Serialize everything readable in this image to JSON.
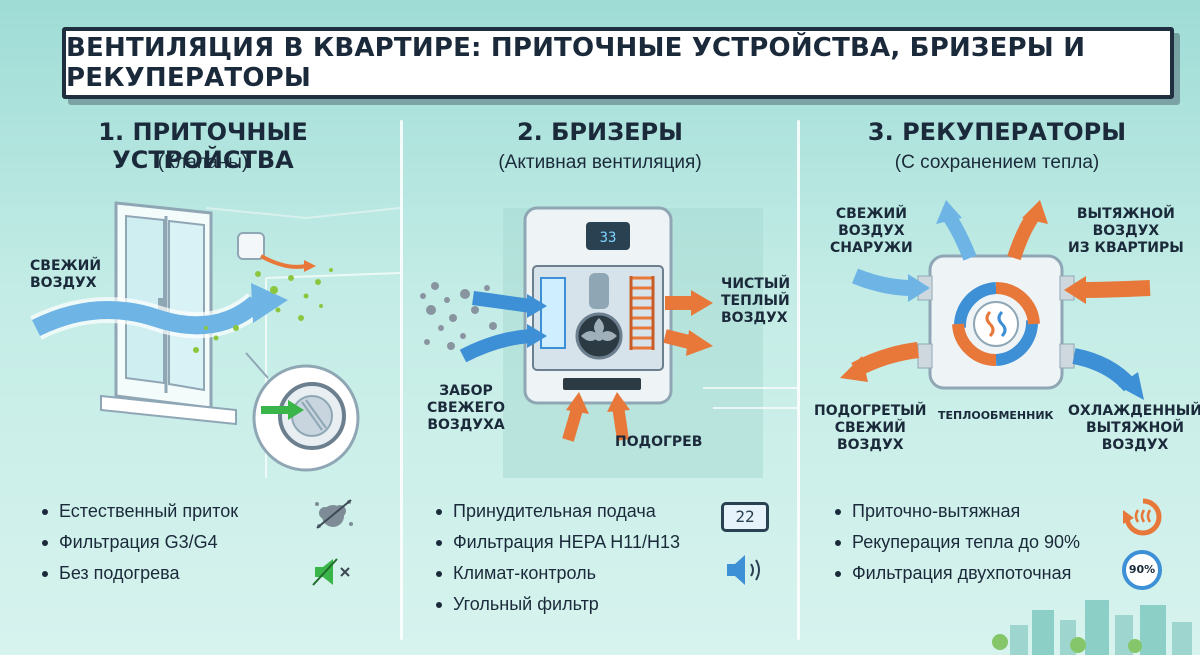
{
  "title": "ВЕНТИЛЯЦИЯ В КВАРТИРЕ: ПРИТОЧНЫЕ УСТРОЙСТВА, БРИЗЕРЫ И РЕКУПЕРАТОРЫ",
  "columns": [
    {
      "heading": "1. ПРИТОЧНЫЕ УСТРОЙСТВА",
      "subheading": "(Клапаны)",
      "labels": {
        "fresh_air": "СВЕЖИЙ\nВОЗДУХ"
      },
      "bullets": [
        "Естественный приток",
        "Фильтрация G3/G4",
        "Без подогрева"
      ],
      "icons": [
        "dust-particles-icon",
        "muted-speaker-icon"
      ]
    },
    {
      "heading": "2. БРИЗЕРЫ",
      "subheading": "(Активная вентиляция)",
      "labels": {
        "clean_warm": "ЧИСТЫЙ\nТЕПЛЫЙ\nВОЗДУХ",
        "intake": "ЗАБОР\nСВЕЖЕГО\nВОЗДУХА",
        "heating": "ПОДОГРЕВ",
        "display": "33"
      },
      "bullets": [
        "Принудительная подача",
        "Фильтрация HEPA H11/H13",
        "Климат-контроль",
        "Угольный фильтр"
      ],
      "icons": [
        "thermostat-display-icon",
        "speaker-icon"
      ],
      "thermostat_value": "22"
    },
    {
      "heading": "3. РЕКУПЕРАТОРЫ",
      "subheading": "(С сохранением тепла)",
      "labels": {
        "fresh_outside": "СВЕЖИЙ\nВОЗДУХ\nСНАРУЖИ",
        "exhaust_inside": "ВЫТЯЖНОЙ\nВОЗДУХ\nИЗ КВАРТИРЫ",
        "heated_fresh": "ПОДОГРЕТЫЙ\nСВЕЖИЙ\nВОЗДУХ",
        "heat_exchanger": "ТЕПЛООБМЕННИК",
        "cooled_exhaust": "ОХЛАЖДЕННЫЙ\nВЫТЯЖНОЙ\nВОЗДУХ"
      },
      "bullets": [
        "Приточно-вытяжная",
        "Рекуперация тепла до 90%",
        "Фильтрация двухпоточная"
      ],
      "icons": [
        "heat-recovery-icon",
        "efficiency-gauge-icon"
      ],
      "efficiency_badge": "90%"
    }
  ],
  "colors": {
    "cold_air": "#3d8fd6",
    "warm_air": "#e8783a",
    "ink": "#1b2a3a",
    "background": "#b5e6df"
  }
}
